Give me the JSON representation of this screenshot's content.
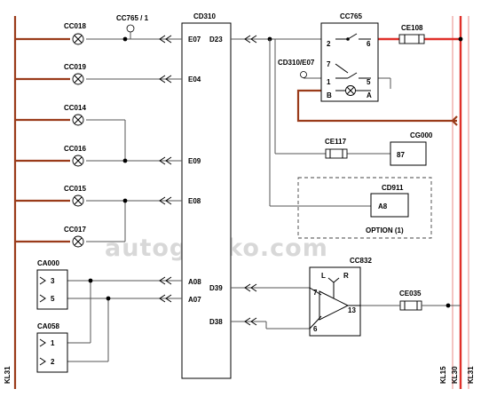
{
  "diagram": {
    "watermark": "autogeriko.com",
    "rails": {
      "left": "KL31",
      "kl15": "KL15",
      "kl30": "KL30",
      "kl31": "KL31"
    },
    "colors": {
      "brown": "#9a3b1a",
      "red": "#e0302a"
    },
    "ecu": {
      "name": "CD310",
      "pins": {
        "e07": "E07",
        "d23": "D23",
        "e04": "E04",
        "e09": "E09",
        "e08": "E08",
        "a08": "A08",
        "a07": "A07",
        "d39": "D39",
        "d38": "D38"
      }
    },
    "lamps": [
      {
        "id": "CC018"
      },
      {
        "id": "CC019"
      },
      {
        "id": "CC014"
      },
      {
        "id": "CC016"
      },
      {
        "id": "CC015"
      },
      {
        "id": "CC017"
      }
    ],
    "test_point": "CC765 / 1",
    "relay": {
      "name": "CC765",
      "pins": {
        "p2": "2",
        "p6": "6",
        "p7": "7",
        "p1": "1",
        "p5": "5",
        "pb": "B",
        "pa": "A"
      }
    },
    "relay_ref": "CD310/E07",
    "fuses": {
      "ce108": "CE108",
      "ce117": "CE117",
      "ce035": "CE035"
    },
    "cg000": {
      "name": "CG000",
      "pin": "87"
    },
    "cd911": {
      "name": "CD911",
      "pin": "A8",
      "option": "OPTION (1)"
    },
    "ca000": {
      "name": "CA000",
      "pins": [
        "3",
        "5"
      ]
    },
    "ca058": {
      "name": "CA058",
      "pins": [
        "1",
        "2"
      ]
    },
    "cc832": {
      "name": "CC832",
      "pins": {
        "l": "L",
        "r": "R",
        "p7": "7",
        "p13": "13",
        "p6": "6"
      }
    }
  }
}
